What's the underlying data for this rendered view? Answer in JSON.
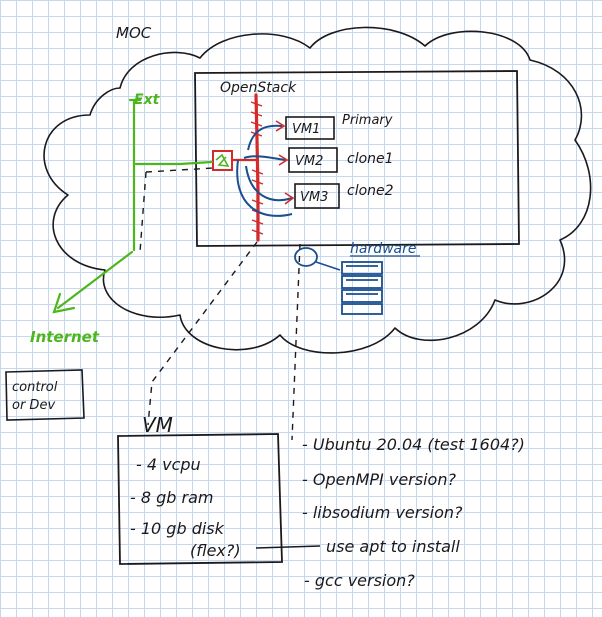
{
  "cloud_label": "MOC",
  "openstack_label": "OpenStack",
  "ext_label": "Ext",
  "internet_label": "Internet",
  "control_label": [
    "control",
    "or Dev"
  ],
  "hardware_label": "hardware",
  "vms": [
    {
      "name": "VM1",
      "role": "Primary"
    },
    {
      "name": "VM2",
      "role": "clone1"
    },
    {
      "name": "VM3",
      "role": "clone2"
    }
  ],
  "vm_spec_title": "VM",
  "vm_specs": [
    "- 4 vcpu",
    "- 8 gb ram",
    "- 10 gb disk",
    "(flex?)"
  ],
  "notes": [
    "- Ubuntu 20.04 (test 1604?)",
    "- OpenMPI version?",
    "- libsodium version?",
    "use apt to install",
    "- gcc version?"
  ],
  "colors": {
    "ink": "#1a1a1a",
    "green": "#4cb71c",
    "red": "#d42a2a",
    "blue": "#1a4f8f",
    "grid": "#c9d7ec"
  }
}
